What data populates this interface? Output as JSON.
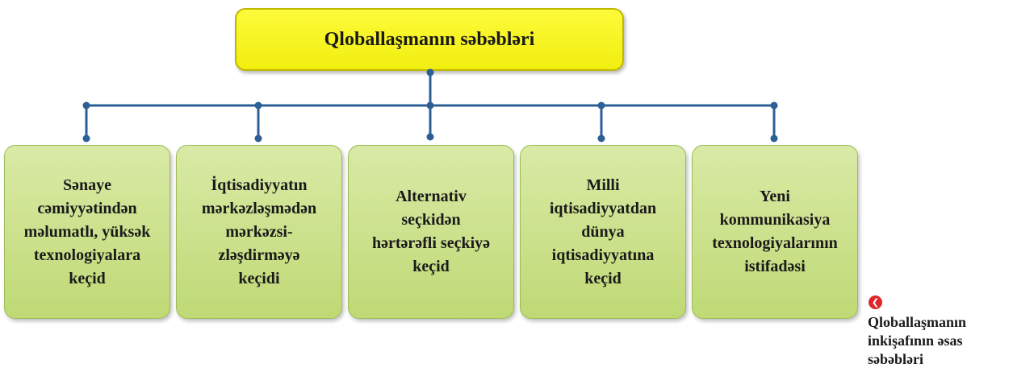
{
  "diagram": {
    "title": "Qloballaşmanın səbəbləri",
    "boxes": [
      "Sənaye\ncəmiyyətindən\nməlumatlı, yüksək\ntexnologiyalara\nkeçid",
      "İqtisadiyyatın\nmərkəzləşmədən\nmərkəzsi-\nzləşdirməyə\nkeçidi",
      "Alternativ\nseçkidən\nhərtərəfli seçkiyə\nkeçid",
      "Milli\niqtisadiyyatdan\ndünya\niqtisadiyyatına\nkeçid",
      "Yeni\nkommunikasiya\ntexnologiyalarının\nistifadəsi"
    ],
    "colors": {
      "title_fill": "#f5f21f",
      "box_fill": "#cce28c",
      "connector": "#2c5f95",
      "caption_icon": "#e0262b"
    }
  },
  "caption": {
    "icon": "chevron-left-icon",
    "text": "Qloballaşmanın\ninkişafının əsas\nsəbəbləri"
  }
}
